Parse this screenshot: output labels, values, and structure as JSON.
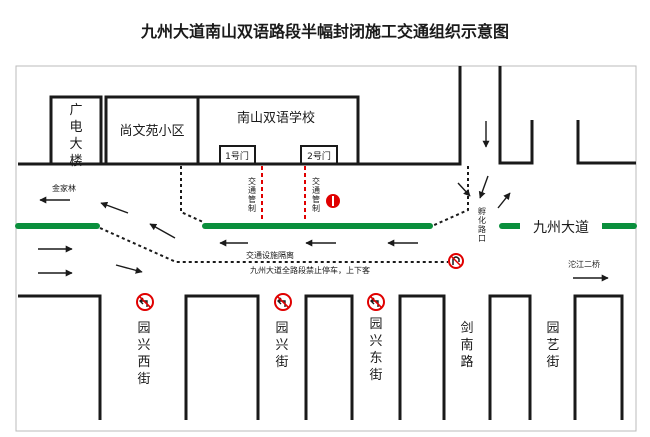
{
  "title": "九州大道南山双语路段半幅封闭施工交通组织示意图",
  "buildings": {
    "guangdian": "广电大楼",
    "shangwenyuan": "尚文苑小区",
    "school": "南山双语学校",
    "gate1": "1号门",
    "gate2": "2号门"
  },
  "control_note": "交通管制",
  "road_main": "九州大道",
  "directions": {
    "jinjialin": "金家林",
    "luzhou_bridge": "沱江二桥"
  },
  "fuhua_intersection": "孵化路口",
  "barrier_note": "交通设施隔离",
  "no_parking_note": "九州大道全路段禁止停车，上下客",
  "streets": {
    "yuanxing_west": "园兴西街",
    "yuanxing": "园兴街",
    "yuanxing_east": "园兴东街",
    "jiannan": "剑南路",
    "yuanyi": "园艺街"
  },
  "colors": {
    "median_green": "#0a8f3c",
    "control_red": "#e00000",
    "line_black": "#1a1a1a"
  },
  "icons": [
    "no-left-turn-icon",
    "no-u-turn-icon",
    "no-entry-icon"
  ]
}
